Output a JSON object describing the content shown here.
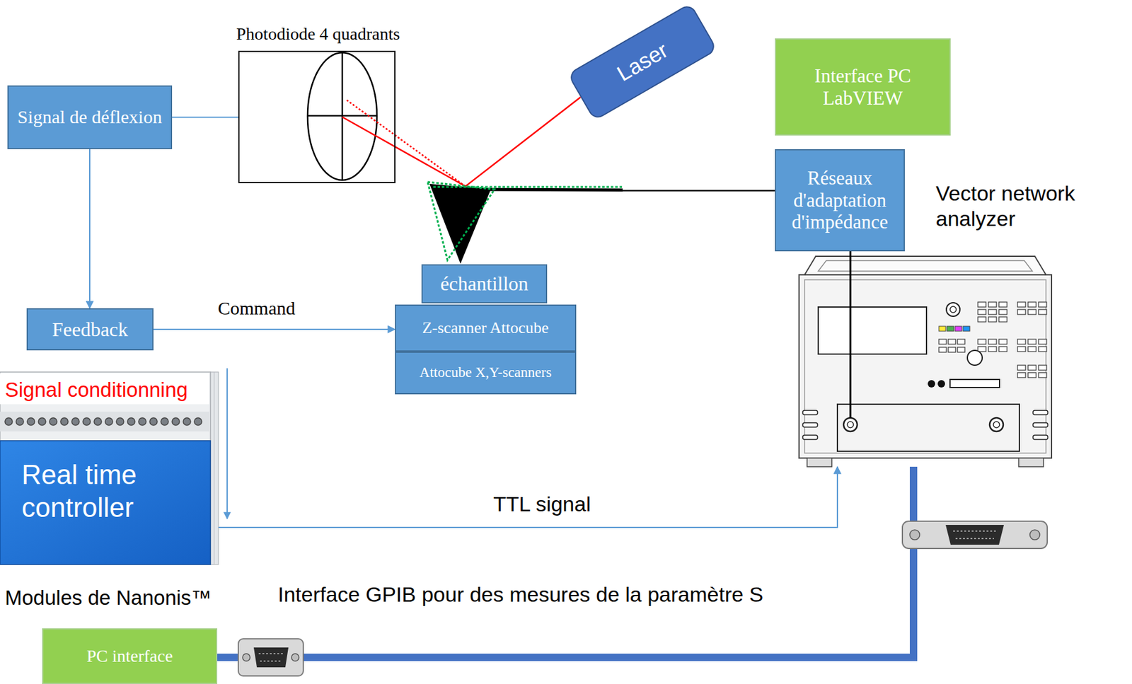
{
  "diagram": {
    "nodes": [
      {
        "text": [
          "Photodiode 4 quadrants"
        ]
      },
      {
        "text": [
          "Laser"
        ]
      },
      {
        "text": [
          "Interface PC LabVIEW"
        ]
      },
      {
        "text": [
          "Signal de déflexion"
        ]
      },
      {
        "text": [
          "Réseaux d'adaptation d'impédance"
        ]
      },
      {
        "text": [
          "Vector network analyzer"
        ]
      },
      {
        "text": [
          "échantillon"
        ]
      },
      {
        "text": [
          "Feedback"
        ]
      },
      {
        "text": [
          "Z-scanner Attocube"
        ]
      },
      {
        "text": [
          "Attocube X,Y-scanners"
        ]
      },
      {
        "text": [
          "Signal conditionning",
          "Real time controller",
          "Modules de Nanonis™"
        ]
      },
      {
        "text": [
          "PC interface"
        ]
      }
    ],
    "edges": [
      {
        "from": 3,
        "to": 0,
        "arrow": "none"
      },
      {
        "from": 3,
        "to": 7,
        "arrow": "to"
      },
      {
        "from": 7,
        "to": 8,
        "arrow": "to",
        "label": "Command"
      },
      {
        "from": 4,
        "to": 5,
        "arrow": "none"
      },
      {
        "from": 10,
        "to": 5,
        "arrow": "to",
        "label": "TTL signal"
      },
      {
        "from": 5,
        "to": 11,
        "arrow": "none",
        "label": "Interface GPIB pour des mesures de la paramètre S"
      }
    ]
  }
}
